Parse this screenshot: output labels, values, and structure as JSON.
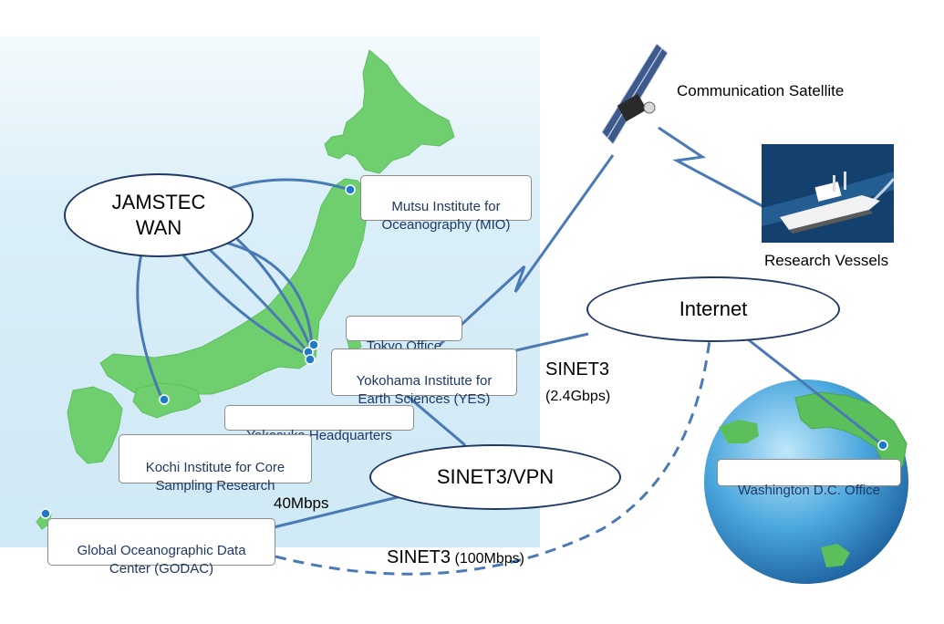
{
  "wan": {
    "label": "JAMSTEC\nWAN"
  },
  "offices": {
    "mutsu": "Mutsu Institute for\nOceanography (MIO)",
    "tokyo": "Tokyo Office",
    "yokohama": "Yokohama Institute for\nEarth Sciences (YES)",
    "yokosuka": "Yokosuka Headquarters",
    "kochi": "Kochi Institute for Core\nSampling Research",
    "godac": "Global Oceanographic Data\nCenter (GODAC)",
    "washington": "Washington D.C. Office"
  },
  "networks": {
    "internet": "Internet",
    "sinet3_vpn": "SINET3/VPN"
  },
  "links": {
    "sinet3": "SINET3",
    "sinet3_speed": "(2.4Gbps)",
    "godac_speed": "40Mbps",
    "sinet3_dashed": "SINET3",
    "sinet3_dashed_speed": "(100Mbps)"
  },
  "satellite": {
    "label": "Communication Satellite"
  },
  "vessels": {
    "label": "Research Vessels"
  },
  "colors": {
    "link": "#4a7ab5",
    "land": "#6fcf6f",
    "ellipse_border": "#1f3864",
    "office_text": "#1f3864"
  }
}
